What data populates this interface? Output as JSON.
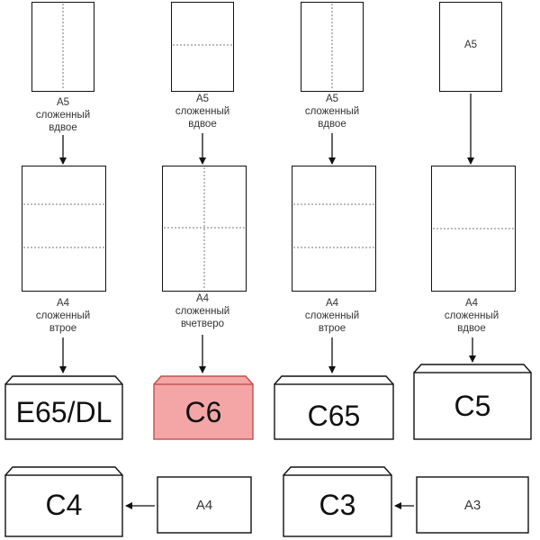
{
  "row1": [
    {
      "caption": [
        "A5",
        "сложенный",
        "вдвое"
      ]
    },
    {
      "caption": [
        "A5",
        "сложенный",
        "вдвое"
      ]
    },
    {
      "caption": [
        "A5",
        "сложенный",
        "вдвое"
      ]
    },
    {
      "label": "A5"
    }
  ],
  "row2": [
    {
      "caption": [
        "A4",
        "сложенный",
        "втрое"
      ]
    },
    {
      "caption": [
        "A4",
        "сложенный",
        "вчетверо"
      ]
    },
    {
      "caption": [
        "A4",
        "сложенный",
        "втрое"
      ]
    },
    {
      "caption": [
        "A4",
        "сложенный",
        "вдвое"
      ]
    }
  ],
  "envelopes": [
    {
      "label": "E65/DL"
    },
    {
      "label": "C6",
      "fill": "#f4a6a6",
      "stroke": "#c0504d"
    },
    {
      "label": "C65"
    },
    {
      "label": "C5"
    }
  ],
  "bottom": {
    "c4": "C4",
    "a4": "A4",
    "c3": "C3",
    "a3": "A3"
  }
}
